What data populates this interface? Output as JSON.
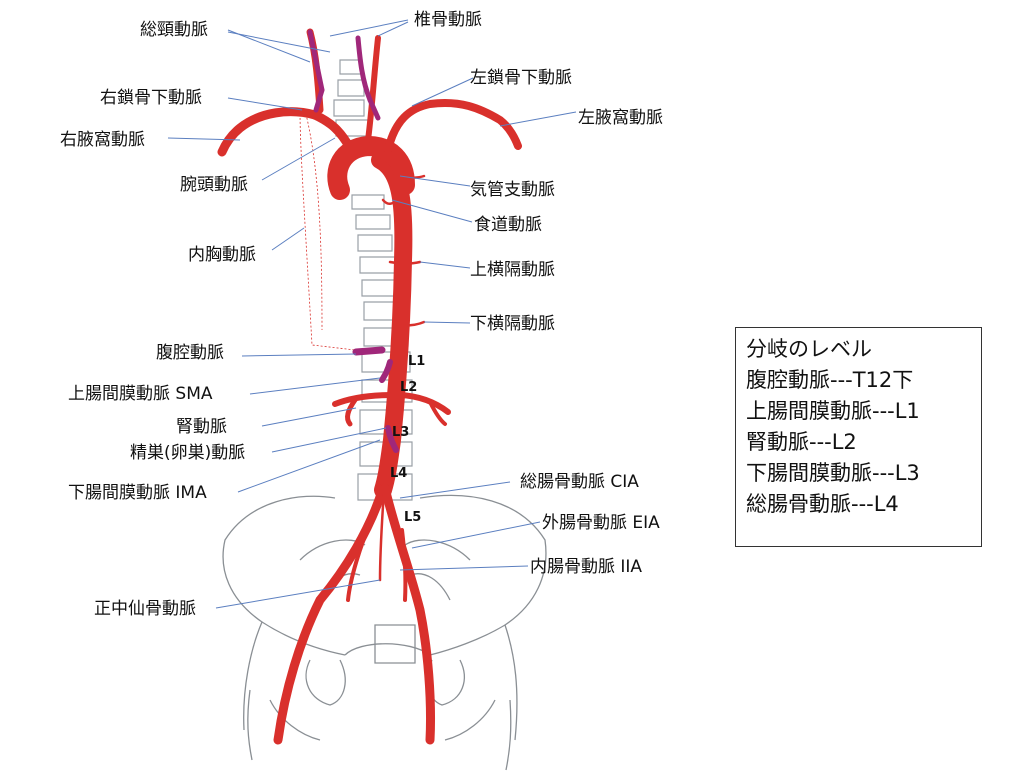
{
  "labels": {
    "common_carotid": "総頸動脈",
    "vertebral": "椎骨動脈",
    "left_subclavian": "左鎖骨下動脈",
    "right_subclavian": "右鎖骨下動脈",
    "left_axillary": "左腋窩動脈",
    "right_axillary": "右腋窩動脈",
    "brachiocephalic": "腕頭動脈",
    "bronchial": "気管支動脈",
    "esophageal": "食道動脈",
    "internal_thoracic": "内胸動脈",
    "superior_phrenic": "上横隔動脈",
    "inferior_phrenic": "下横隔動脈",
    "celiac": "腹腔動脈",
    "sma": "上腸間膜動脈 SMA",
    "renal": "腎動脈",
    "gonadal": "精巣(卵巣)動脈",
    "ima": "下腸間膜動脈 IMA",
    "cia": "総腸骨動脈 CIA",
    "eia": "外腸骨動脈 EIA",
    "iia": "内腸骨動脈 IIA",
    "median_sacral": "正中仙骨動脈"
  },
  "vertebra_levels": [
    "L1",
    "L2",
    "L3",
    "L4",
    "L5"
  ],
  "legend": {
    "title": "分岐のレベル",
    "rows": [
      "腹腔動脈---T12下",
      "上腸間膜動脈---L1",
      "腎動脈---L2",
      "下腸間膜動脈---L3",
      "総腸骨動脈---L4"
    ]
  },
  "colors": {
    "artery": "#d9302c",
    "branch_highlight": "#a0277a",
    "leader_line": "#5b7fc0",
    "bone_outline": "#8a8f94"
  }
}
